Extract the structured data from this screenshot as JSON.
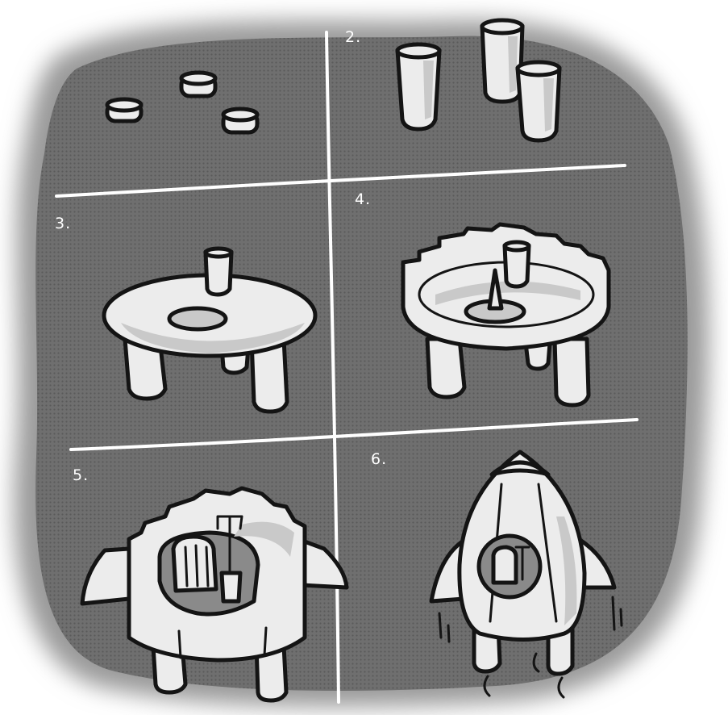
{
  "panels": [
    {
      "label": "2."
    },
    {
      "label": "3."
    },
    {
      "label": "4."
    },
    {
      "label": "5."
    },
    {
      "label": "6."
    }
  ],
  "colors": {
    "background": "#ffffff",
    "blob": "#6e6e6e",
    "ink": "#141414",
    "fill": "#ececec",
    "shade": "#c9c9c9"
  }
}
